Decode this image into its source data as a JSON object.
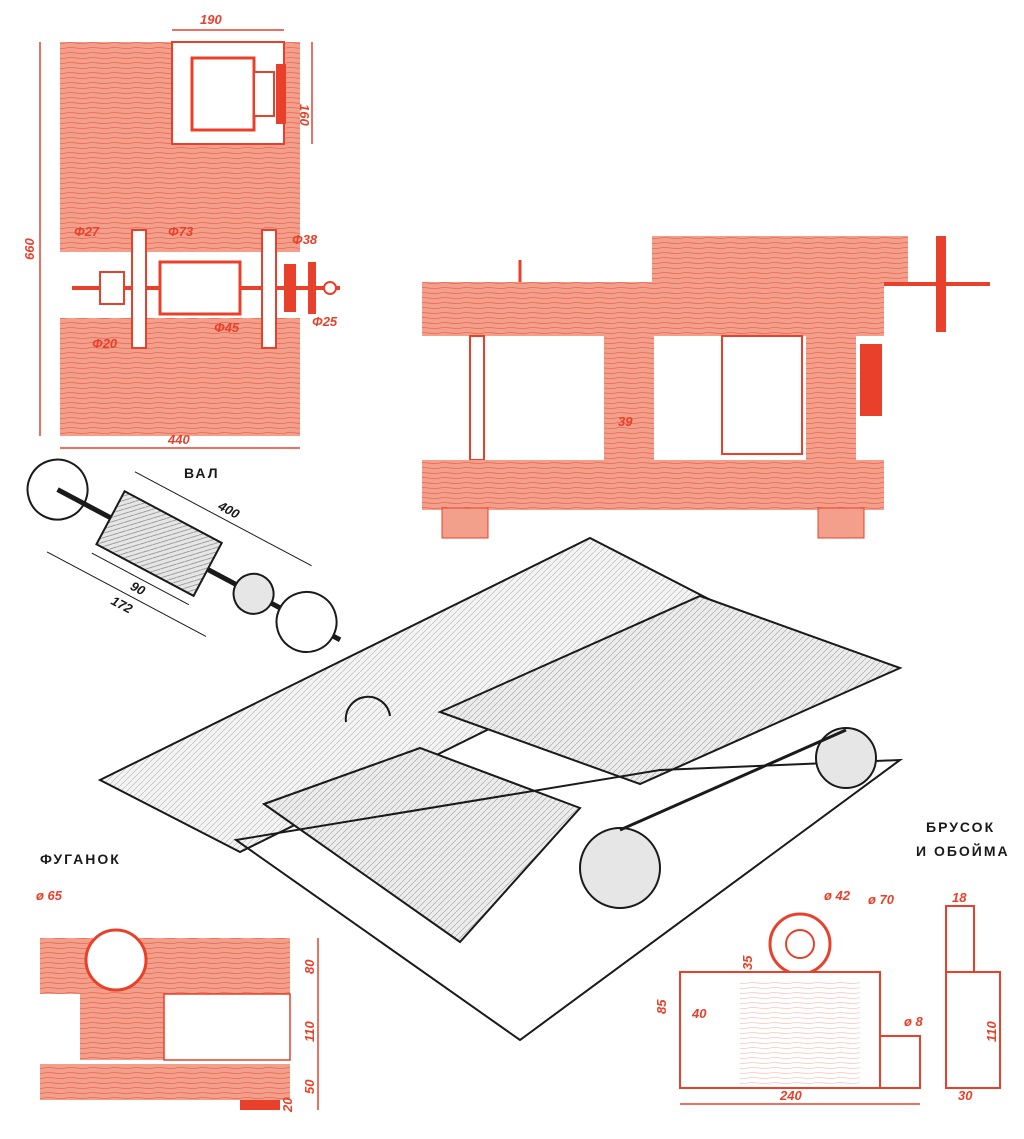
{
  "colors": {
    "accent": "#e8402a",
    "wood": "#f2a08c",
    "ink": "#1a1a1a",
    "paper": "#ffffff",
    "metal": "#e6e6e6"
  },
  "captions": {
    "val": "ВАЛ",
    "fuganok": "ФУГАНОК",
    "brusok_line1": "БРУСОК",
    "brusok_line2": "И ОБОЙМА"
  },
  "top_view": {
    "w190": "190",
    "h160": "160",
    "h660": "660",
    "w440": "440",
    "d27": "Φ27",
    "d73": "Φ73",
    "d38": "Φ38",
    "d20": "Φ20",
    "d45": "Φ45",
    "d25": "Φ25"
  },
  "side_view": {
    "d39": "39"
  },
  "shaft": {
    "l400": "400",
    "l90": "90",
    "l172": "172"
  },
  "jointer": {
    "d65": "ø 65",
    "h80": "80",
    "h110": "110",
    "h50": "50",
    "h20": "20"
  },
  "block": {
    "d42": "ø 42",
    "d70": "ø 70",
    "h35": "35",
    "h85": "85",
    "w40": "40",
    "w240": "240",
    "d8": "ø 8",
    "w18": "18",
    "h110": "110",
    "w30": "30"
  }
}
